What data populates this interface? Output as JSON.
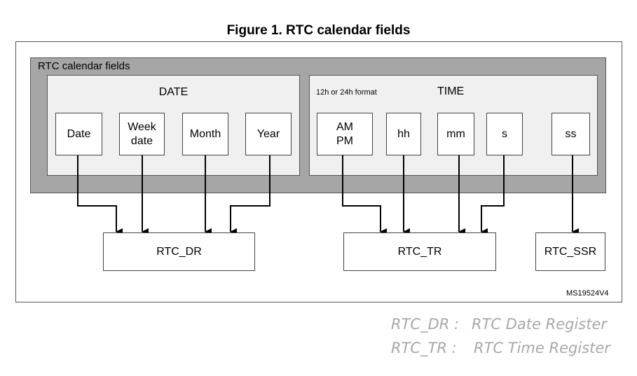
{
  "figure_title": "Figure 1. RTC calendar fields",
  "panel_label": "RTC calendar fields",
  "date_group": {
    "title": "DATE",
    "fields": {
      "date": "Date",
      "week_line1": "Week",
      "week_line2": "date",
      "month": "Month",
      "year": "Year"
    }
  },
  "time_group": {
    "title": "TIME",
    "format_note": "12h or 24h format",
    "fields": {
      "am": "AM",
      "pm": "PM",
      "hh": "hh",
      "mm": "mm",
      "s": "s",
      "ss": "ss"
    }
  },
  "registers": {
    "dr": "RTC_DR",
    "tr": "RTC_TR",
    "ssr": "RTC_SSR"
  },
  "ref_code": "MS19524V4",
  "legend": [
    {
      "term": "RTC_DR :",
      "desc": "RTC Date Register"
    },
    {
      "term": "RTC_TR :",
      "desc": "RTC Time Register"
    }
  ]
}
